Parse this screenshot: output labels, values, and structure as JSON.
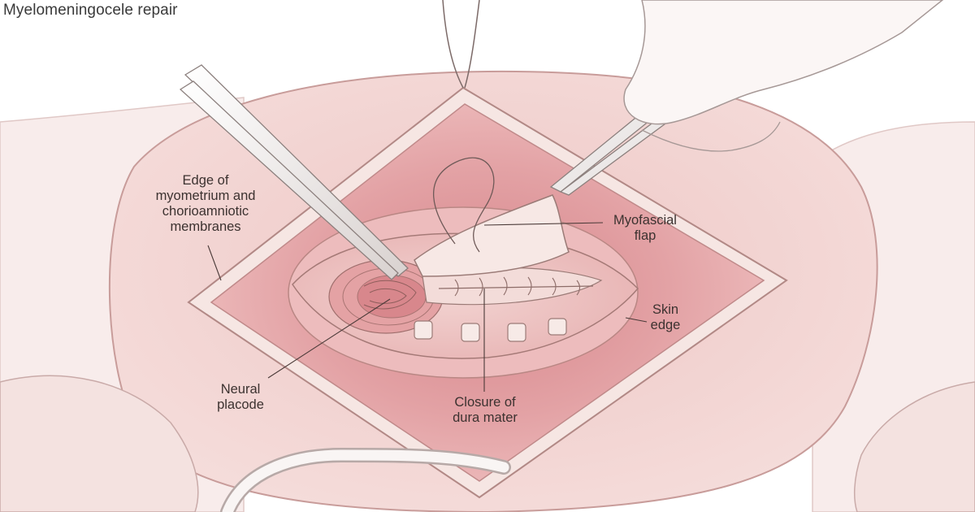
{
  "title": "Myelomeningocele repair",
  "colors": {
    "background": "#ffffff",
    "skin_outer": "#f3d8d6",
    "skin_mid": "#ecc3c1",
    "uterine_wall": "#e4a9ab",
    "incision_edge": "#f7ece8",
    "placode": "#d98f93",
    "flap": "#f5e2df",
    "outline": "#9a7c78",
    "leader_line": "#4a3a38",
    "label_text": "#3c3230"
  },
  "labels": {
    "edge_myometrium": [
      "Edge of",
      "myometrium and",
      "chorioamniotic",
      "membranes"
    ],
    "myofascial_flap": [
      "Myofascial",
      "flap"
    ],
    "skin_edge": [
      "Skin",
      "edge"
    ],
    "neural_placode": [
      "Neural",
      "placode"
    ],
    "closure_dura": [
      "Closure of",
      "dura mater"
    ]
  }
}
